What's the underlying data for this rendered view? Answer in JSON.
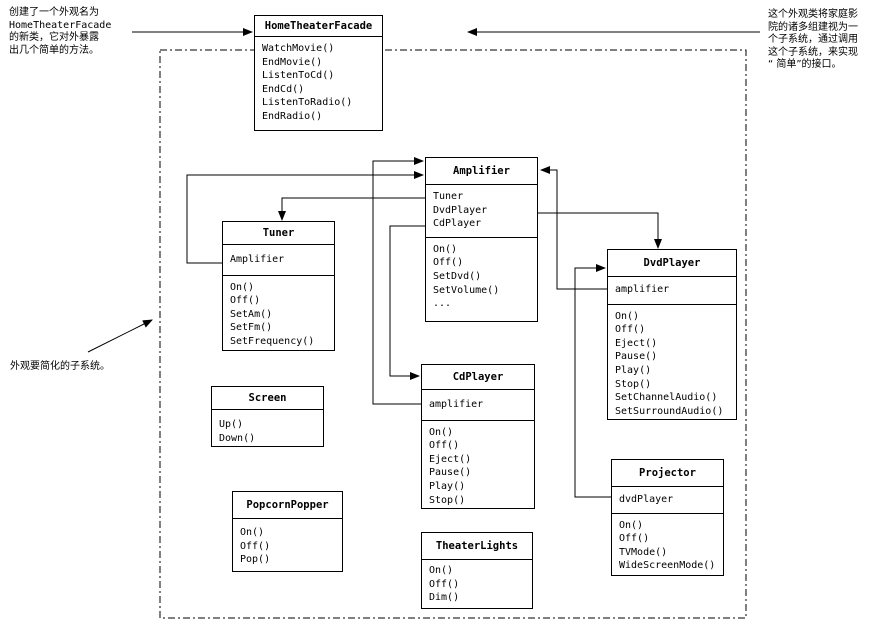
{
  "notes": {
    "left_top": [
      "创建了一个外观名为",
      "HomeTheaterFacade",
      "的新类，它对外暴露",
      "出几个简单的方法。"
    ],
    "right_top": [
      "这个外观类将家庭影",
      "院的诸多组建视为一",
      "个子系统，通过调用",
      "这个子系统，来实现",
      "“ 简单”的接口。"
    ],
    "left_mid": "外观要简化的子系统。"
  },
  "facade": {
    "name": "HomeTheaterFacade",
    "methods": [
      "WatchMovie()",
      "EndMovie()",
      "ListenToCd()",
      "EndCd()",
      "ListenToRadio()",
      "EndRadio()"
    ]
  },
  "amplifier": {
    "name": "Amplifier",
    "attrs": [
      "Tuner",
      "DvdPlayer",
      "CdPlayer"
    ],
    "methods": [
      "On()",
      "Off()",
      "SetDvd()",
      "SetVolume()",
      "..."
    ]
  },
  "tuner": {
    "name": "Tuner",
    "attrs": [
      "Amplifier"
    ],
    "methods": [
      "On()",
      "Off()",
      "SetAm()",
      "SetFm()",
      "SetFrequency()"
    ]
  },
  "dvdplayer": {
    "name": "DvdPlayer",
    "attrs": [
      "amplifier"
    ],
    "methods": [
      "On()",
      "Off()",
      "Eject()",
      "Pause()",
      "Play()",
      "Stop()",
      "SetChannelAudio()",
      "SetSurroundAudio()"
    ]
  },
  "cdplayer": {
    "name": "CdPlayer",
    "attrs": [
      "amplifier"
    ],
    "methods": [
      "On()",
      "Off()",
      "Eject()",
      "Pause()",
      "Play()",
      "Stop()"
    ]
  },
  "screen": {
    "name": "Screen",
    "methods": [
      "Up()",
      "Down()"
    ]
  },
  "popcorn": {
    "name": "PopcornPopper",
    "methods": [
      "On()",
      "Off()",
      "Pop()"
    ]
  },
  "projector": {
    "name": "Projector",
    "attrs": [
      "dvdPlayer"
    ],
    "methods": [
      "On()",
      "Off()",
      "TVMode()",
      "WideScreenMode()"
    ]
  },
  "lights": {
    "name": "TheaterLights",
    "methods": [
      "On()",
      "Off()",
      "Dim()"
    ]
  }
}
